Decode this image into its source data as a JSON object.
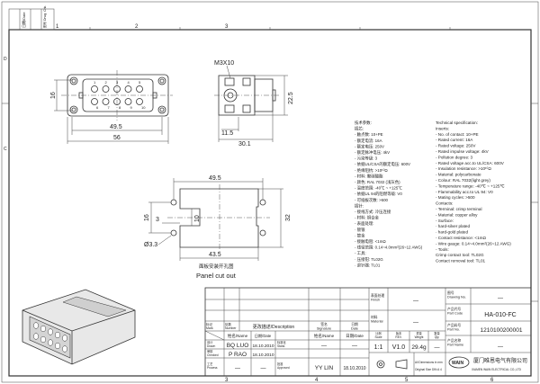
{
  "revision_block": {
    "col1": "日期/Date",
    "col2": "图号 Drwg. Chk."
  },
  "zones_top": [
    "1",
    "2",
    "3"
  ],
  "zones_bottom": [
    "3",
    "4",
    "5",
    "6"
  ],
  "zones_side": [
    "D",
    "C"
  ],
  "front_view": {
    "dim_width_outer": "56",
    "dim_width_holes": "49.5",
    "dim_height": "16",
    "pins_top": [
      "1",
      "2",
      "3",
      "4",
      "5"
    ],
    "pins_bottom": [
      "6",
      "7",
      "8",
      "9",
      "10"
    ]
  },
  "side_view": {
    "screw_label": "M3X10",
    "dim_height": "22.5",
    "dim_depth": "30.1",
    "dim_offset": "11.5"
  },
  "panel_cutout": {
    "dim_top": "49.5",
    "dim_bottom": "43.5",
    "dim_right": "32",
    "dim_left": "16",
    "dim_slot_depth": "3",
    "dim_slot_height": "10",
    "dim_hole": "Ø3.3",
    "caption_cn": "面板安装开孔图",
    "caption_en": "Panel cut out"
  },
  "spec_cn": [
    "技术参数:",
    "插芯:",
    "- 触点数: 10+PE",
    "- 额定电流: 16A",
    "- 额定电压: 250V",
    "- 额定脉冲电压: 4kV",
    "- 污染等级: 3",
    "- 依据UL/CSA的额定电压: 600V",
    "- 绝缘阻抗: >10¹⁰Ω",
    "- 材料: 聚碳酸酯",
    "- 颜色: RAL 7032 (浅灰色)",
    "- 温度范围: -40℃ ~ +125℃",
    "- 依据UL 94的阻燃等级: V0",
    "- 可插拔次数: >500",
    "插针:",
    "- 接线方式: 冷压连接",
    "- 材料: 铜合金",
    "- 表面处理:",
    "  · 镀银",
    "  · 镀金",
    "- 接触电阻: <1mΩ",
    "- 线径范围: 0.14~4.0mm²(26~12 AWG)",
    "- 工具:",
    "  · 压接钳: TL02G",
    "  · 退针器: TL01"
  ],
  "spec_en": [
    "Technical specification:",
    "Inserts:",
    "- No. of contact: 10+PE",
    "- Rated current: 16A",
    "- Rated voltage: 250V",
    "- Rated impulse voltage: 4kV",
    "- Pollution degree: 3",
    "- Rated voltage acc.to UL/CSA: 600V",
    "- Insulation resistance: >10¹⁰Ω",
    "- Material: polycarbonate",
    "- Colour: RAL 7032(light grey)",
    "- Temperature range: -40℃ ~ +125℃",
    "- Flammability acc.to UL 94: V0",
    "- Mating cycles: >500",
    "Contacts:",
    "- Terminal: crimp terminal",
    "- Material: copper alloy",
    "- Surface:",
    "  · hard-silver plated",
    "  · hard-gold plated",
    "- Contact resistance: <1mΩ",
    "- Wire gauge: 0.14~4.0mm²(26~12 AWG)",
    "- Tools:",
    "  Crimp contact tool: TL02G",
    "  Contact removal tool: TL01"
  ],
  "title_block": {
    "mark": "标记 Mark",
    "number": "处数 Number",
    "description": "更改描述/Description",
    "signature": "签名 Signature",
    "date": "日期 Date",
    "name_h": "姓名/Name",
    "date_h": "日期/Date",
    "name_h2": "姓名/Name",
    "date_h2": "日期/Date",
    "drawn": "设计 Drawn",
    "drawn_name": "BQ LUO",
    "drawn_date": "18.10.2010",
    "stand": "标准化 Stand.",
    "stand_name": "—",
    "stand_date": "—",
    "checked": "审核 Checked",
    "checked_name": "P RAO",
    "checked_date": "18.10.2010",
    "process": "工艺 Process",
    "process_name": "—",
    "process_date": "—",
    "approved": "批准 Approved",
    "approved_name": "YY LIN",
    "approved_date": "18.10.2010",
    "finish": "表面处理 Finish",
    "finish_val": "—",
    "material": "材料 Material",
    "material_val": "—",
    "scale": "比例 Scale",
    "scale_val": "1:1",
    "rev": "版本 REV.",
    "rev_val": "V1.0",
    "weight": "重量 Weight",
    "weight_val": "29.4g",
    "qty": "数量 Qty.",
    "qty_val": "—",
    "dims_note1": "All Dimensions in mm",
    "dims_note2": "Original Size DIN A 4",
    "drawing_no": "图号 Drawing No.",
    "drawing_no_val": "—",
    "part_code": "产品代号 Part Code",
    "part_code_val": "HA-010-FC",
    "part_no": "产品料号 Part No.",
    "part_no_val": "1210100200001",
    "part_name": "产品名称 Part Name",
    "part_name_val": "—",
    "company_cn": "厦门唯恩电气有限公司",
    "company_en": "XIAMEN WAIN ELECTRICAL CO.,LTD",
    "logo": "WAIN"
  }
}
